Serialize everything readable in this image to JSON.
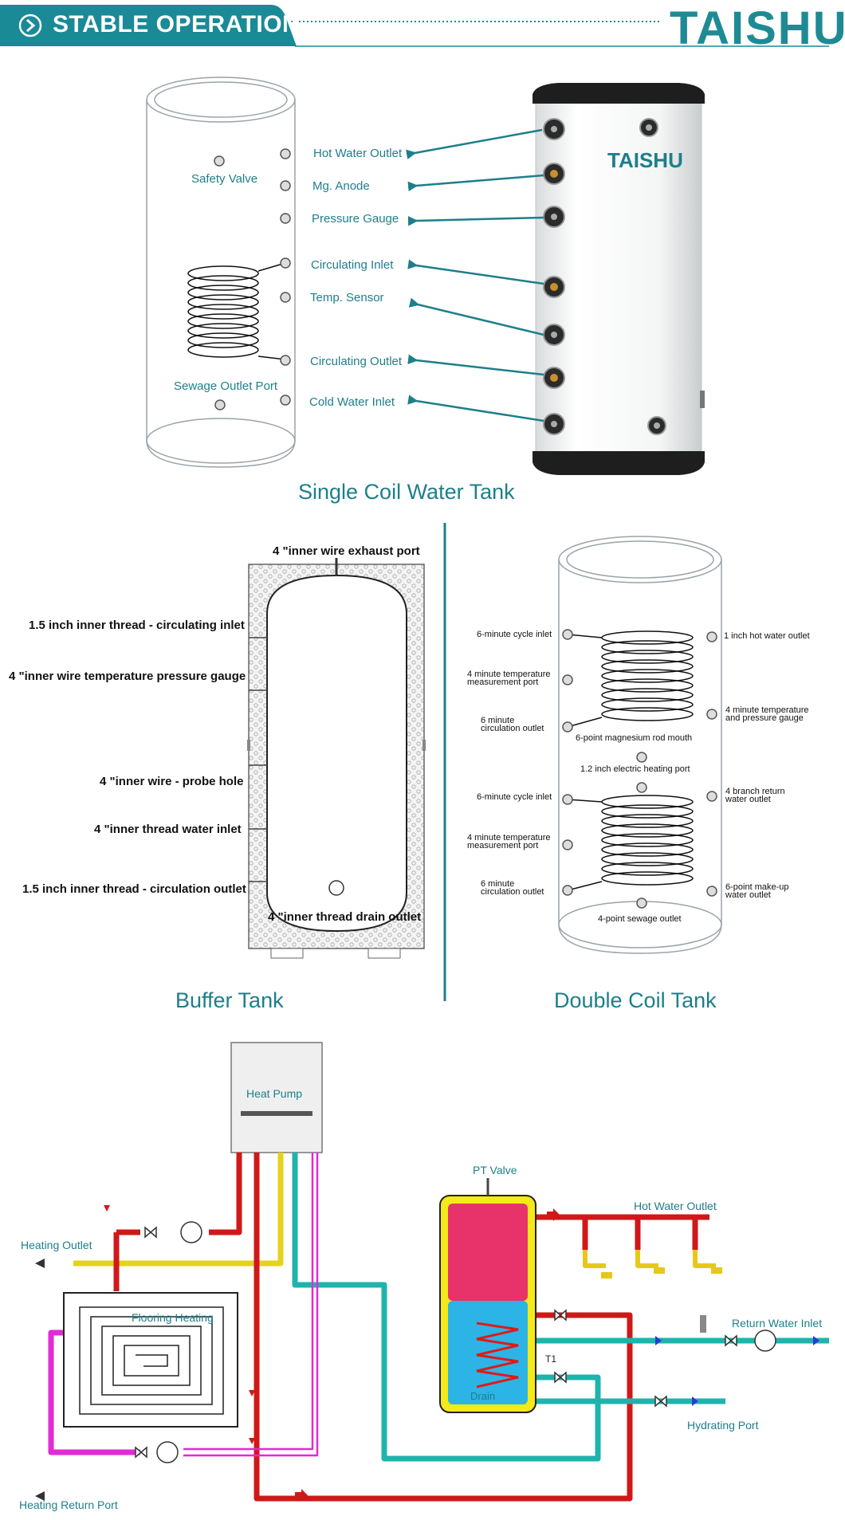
{
  "header": {
    "title": "STABLE OPERATION",
    "brand": "TAISHU",
    "band_color": "#1a8a96"
  },
  "single_coil": {
    "caption": "Single Coil Water Tank",
    "tank_brand": "TAISHU",
    "labels": {
      "safety_valve": "Safety Valve",
      "sewage_outlet": "Sewage Outlet Port",
      "hot_water_outlet": "Hot Water Outlet",
      "mg_anode": "Mg. Anode",
      "pressure_gauge": "Pressure Gauge",
      "circulating_inlet": "Circulating Inlet",
      "temp_sensor": "Temp. Sensor",
      "circulating_outlet": "Circulating Outlet",
      "cold_water_inlet": "Cold Water Inlet"
    }
  },
  "buffer_tank": {
    "caption": "Buffer Tank",
    "labels": {
      "exhaust_port": "4 \"inner wire exhaust port",
      "circ_inlet": "1.5 inch inner thread - circulating inlet",
      "temp_gauge": "4 \"inner wire temperature pressure gauge",
      "probe_hole": "4 \"inner wire - probe hole",
      "water_inlet": "4 \"inner thread water inlet",
      "circ_outlet": "1.5 inch inner thread - circulation outlet",
      "drain_outlet": "4 \"inner thread drain outlet"
    }
  },
  "double_coil": {
    "caption": "Double Coil Tank",
    "labels": {
      "cycle_inlet_1": "6-minute cycle inlet",
      "temp_port_1_l1": "4 minute temperature",
      "temp_port_1_l2": "measurement port",
      "circ_outlet_1_l1": "6 minute",
      "circ_outlet_1_l2": "circulation outlet",
      "mg_rod": "6-point magnesium rod mouth",
      "heating_port": "1.2 inch electric heating port",
      "cycle_inlet_2": "6-minute cycle inlet",
      "temp_port_2_l1": "4 minute temperature",
      "temp_port_2_l2": "measurement port",
      "circ_outlet_2_l1": "6 minute",
      "circ_outlet_2_l2": "circulation outlet",
      "sewage_outlet": "4-point sewage outlet",
      "hot_water_outlet": "1 inch hot water outlet",
      "temp_pressure_l1": "4 minute temperature",
      "temp_pressure_l2": "and pressure gauge",
      "branch_return_l1": "4 branch return",
      "branch_return_l2": "water outlet",
      "makeup_l1": "6-point make-up",
      "makeup_l2": "water outlet"
    }
  },
  "system": {
    "heat_pump": "Heat Pump",
    "heating_outlet": "Heating Outlet",
    "flooring_heating": "Flooring Heating",
    "heating_return": "Heating Return Port",
    "pt_valve": "PT Valve",
    "hot_water_outlet": "Hot Water Outlet",
    "return_water_inlet": "Return Water Inlet",
    "hydrating_port": "Hydrating Port",
    "drain": "Drain",
    "t1": "T1"
  },
  "colors": {
    "teal": "#1d7f8a",
    "pipe_red": "#d01818",
    "pipe_yellow": "#e6d21a",
    "pipe_cyan": "#1fb3ad",
    "pipe_magenta": "#e22ad6"
  }
}
